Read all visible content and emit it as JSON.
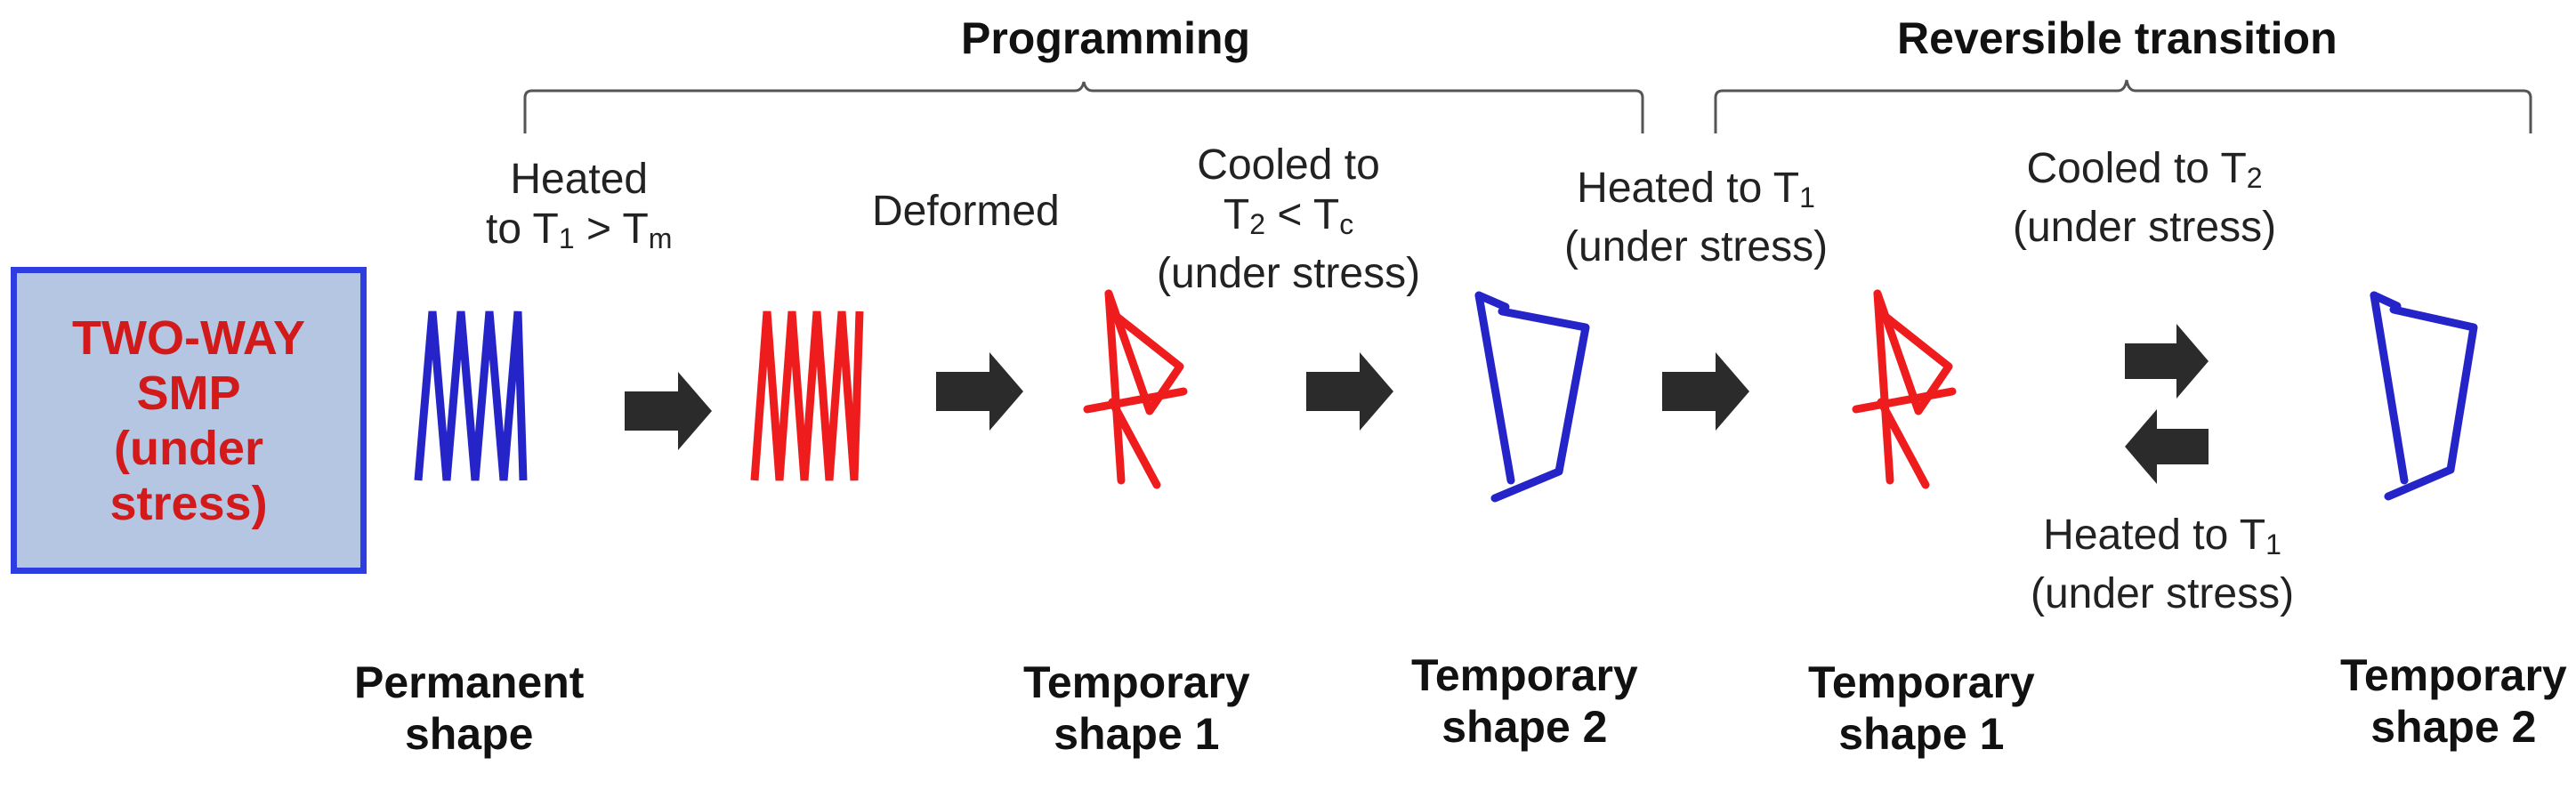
{
  "colors": {
    "box_fill": "#b5c6e3",
    "box_border": "#2e3de0",
    "box_text": "#d21a1a",
    "blue_shape": "#2424c8",
    "red_shape": "#ee1c1c",
    "arrow": "#2b2b2b"
  },
  "box": {
    "text": "TWO-WAY\nSMP\n(under\nstress)"
  },
  "brackets": {
    "programming": "Programming",
    "reversible": "Reversible transition"
  },
  "steps": {
    "heated": {
      "line1": "Heated",
      "line2_pre": "to T",
      "line2_sub1": "1",
      "line2_mid": " > T",
      "line2_sub2": "m"
    },
    "deformed": "Deformed",
    "cooled": {
      "line1": "Cooled to",
      "line2_pre": "T",
      "line2_sub1": "2",
      "line2_mid": " < T",
      "line2_sub2": "c",
      "line3": "(under stress)"
    },
    "heated_t1": {
      "line1_pre": "Heated to T",
      "line1_sub": "1",
      "line2": "(under stress)"
    },
    "cooled_t2": {
      "line1_pre": "Cooled to T",
      "line1_sub": "2",
      "line2": "(under stress)"
    },
    "heated_t1_bottom": {
      "line1_pre": "Heated to T",
      "line1_sub": "1",
      "line2": "(under stress)"
    }
  },
  "shapes": {
    "permanent": {
      "line1": "Permanent",
      "line2": "shape"
    },
    "temp1_a": {
      "line1": "Temporary",
      "line2": "shape 1"
    },
    "temp2_a": {
      "line1": "Temporary",
      "line2": "shape 2"
    },
    "temp1_b": {
      "line1": "Temporary",
      "line2": "shape 1"
    },
    "temp2_b": {
      "line1": "Temporary",
      "line2": "shape 2"
    }
  },
  "icons": {
    "arrow": "right-arrow-icon",
    "arrow_back": "left-arrow-icon",
    "spring": "zigzag-spring-icon",
    "deformed": "deformed-shape-icon",
    "open_frame": "open-frame-icon"
  }
}
